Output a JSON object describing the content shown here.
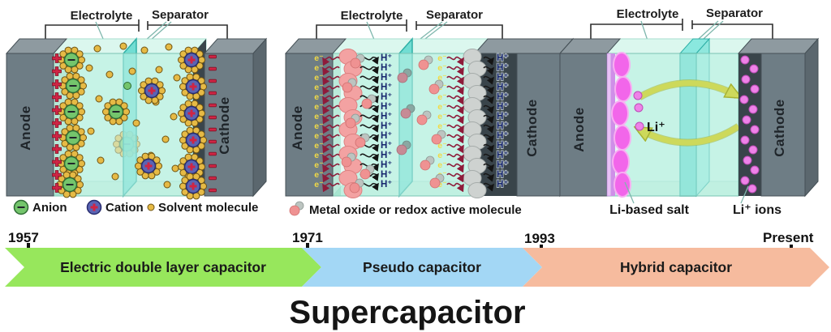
{
  "figure": {
    "title": "Supercapacitor",
    "panels": [
      {
        "electrolyte_label": "Electrolyte",
        "separator_label": "Separator",
        "anode_label": "Anode",
        "cathode_label": "Cathode",
        "legend": [
          {
            "symbol": "anion-circle",
            "label": "Anion"
          },
          {
            "symbol": "cation-circle",
            "label": "Cation"
          },
          {
            "symbol": "solvent-dot",
            "label": "Solvent molecule"
          }
        ]
      },
      {
        "electrolyte_label": "Electrolyte",
        "separator_label": "Separator",
        "anode_label": "Anode",
        "cathode_label": "Cathode",
        "electron_label": "e⁻",
        "proton_label": "H⁺",
        "legend_label": "Metal oxide or redox active molecule"
      },
      {
        "electrolyte_label": "Electrolyte",
        "separator_label": "Separator",
        "anode_label": "Anode",
        "cathode_label": "Cathode",
        "li_ion_label": "Li⁺",
        "salt_label": "Li-based salt",
        "ions_label": "Li⁺ ions"
      }
    ],
    "timeline": {
      "eras": [
        {
          "year": "1957",
          "label": "Electric double layer capacitor",
          "color": "#97e75c"
        },
        {
          "year": "1971",
          "label": "Pseudo capacitor",
          "color": "#a3d7f5"
        },
        {
          "year": "1993",
          "label": "Hybrid capacitor",
          "color": "#f6bb9e"
        }
      ],
      "end_label": "Present"
    }
  }
}
